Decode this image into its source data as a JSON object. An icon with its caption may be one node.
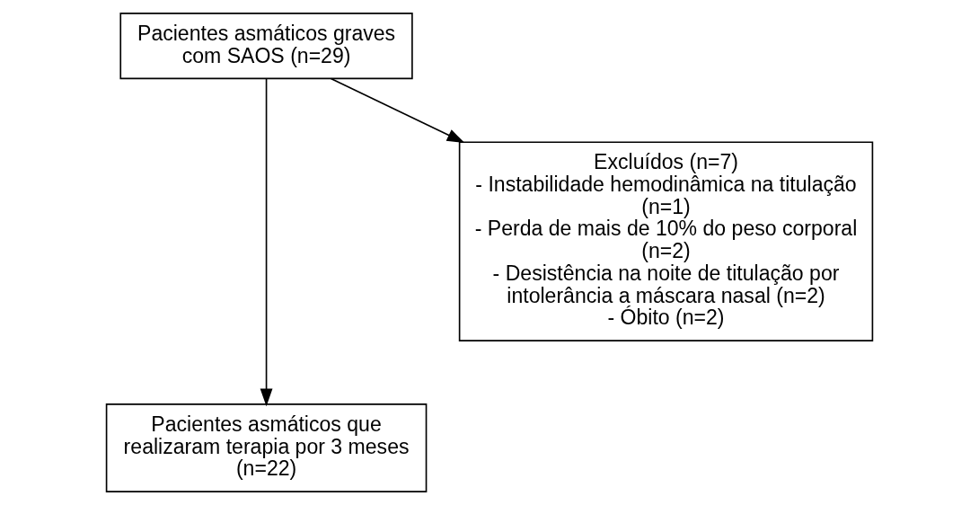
{
  "diagram": {
    "nodes": [
      {
        "text": [
          "Pacientes asmáticos graves com SAOS (n=29)"
        ]
      },
      {
        "text": [
          "Pacientes asmáticos que realizaram terapia por 3 meses (n=22)"
        ]
      },
      {
        "text": [
          "Excluídos (n=7)",
          "- Instabilidade hemodinâmica na titulação (n=1)",
          "- Perda de mais de 10% do peso corporal (n=2)",
          "- Desistência na noite de titulação por intolerância a máscara nasal (n=2)",
          "- Óbito (n=2)"
        ]
      }
    ],
    "edges": [
      {
        "from": 0,
        "to": 1,
        "arrow": "to"
      },
      {
        "from": 0,
        "to": 2,
        "arrow": "to"
      }
    ]
  }
}
